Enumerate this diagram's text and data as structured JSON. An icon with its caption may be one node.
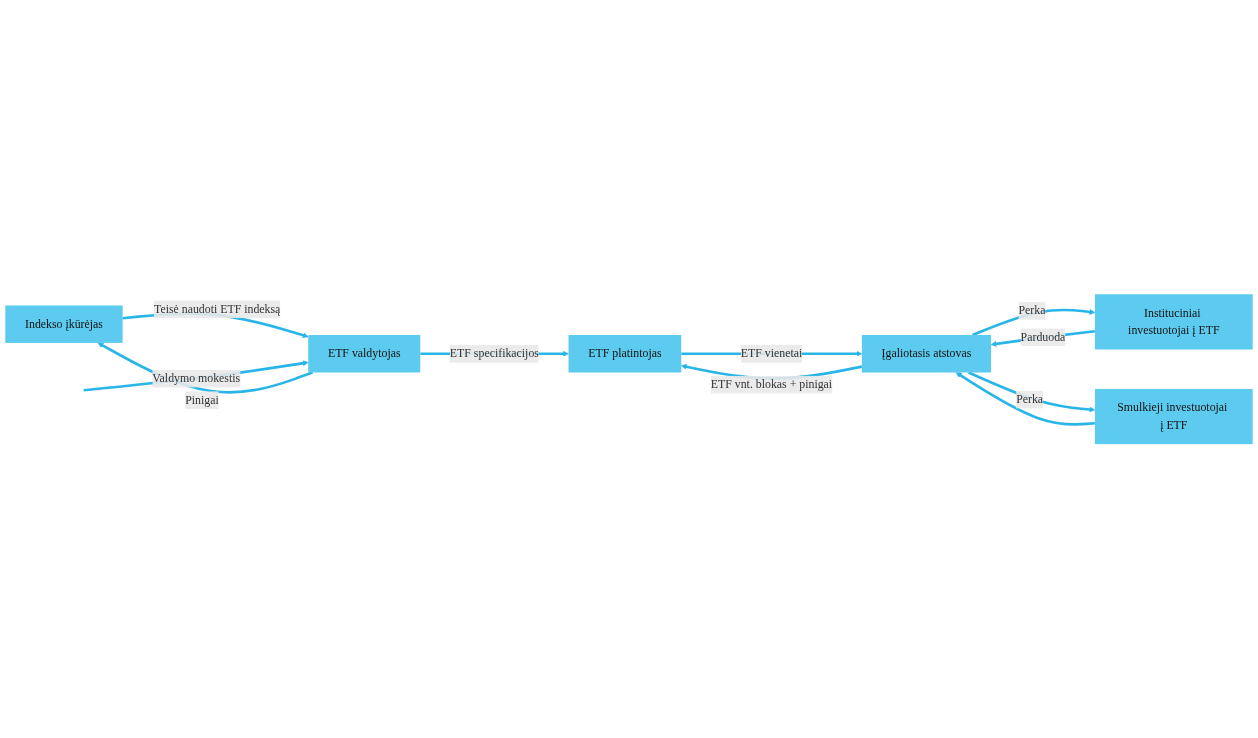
{
  "diagram": {
    "nodes": [
      {
        "text": [
          "Indekso įkūrėjas"
        ]
      },
      {
        "text": [
          "ETF valdytojas"
        ]
      },
      {
        "text": [
          "Instituciniai investuotojai į ETF"
        ]
      },
      {
        "text": [
          "Smulkieji investuotojai į ETF"
        ]
      },
      {
        "text": [
          "Įgaliotasis atstovas"
        ]
      },
      {
        "text": [
          "ETF platintojas"
        ]
      }
    ],
    "edges": [
      {
        "from": 1,
        "to": 0,
        "arrow": "to",
        "label": "Pinigai"
      },
      {
        "from": 0,
        "to": 1,
        "arrow": "to",
        "label": "Teisė naudoti ETF indeksą"
      },
      {
        "from": null,
        "to": 1,
        "arrow": "to",
        "label": "Valdymo mokestis"
      },
      {
        "from": 1,
        "to": 5,
        "arrow": "to",
        "label": "ETF specifikacijos"
      },
      {
        "from": 4,
        "to": 2,
        "arrow": "to",
        "label": "Perka"
      },
      {
        "from": 2,
        "to": 4,
        "arrow": "to",
        "label": "Parduoda"
      },
      {
        "from": 3,
        "to": 4,
        "arrow": "to"
      },
      {
        "from": 4,
        "to": 3,
        "arrow": "to",
        "label": "Perka"
      },
      {
        "from": 5,
        "to": 4,
        "arrow": "to",
        "label": "ETF vienetai"
      },
      {
        "from": 4,
        "to": 5,
        "arrow": "to",
        "label": "ETF vnt. blokas + pinigai"
      }
    ]
  }
}
